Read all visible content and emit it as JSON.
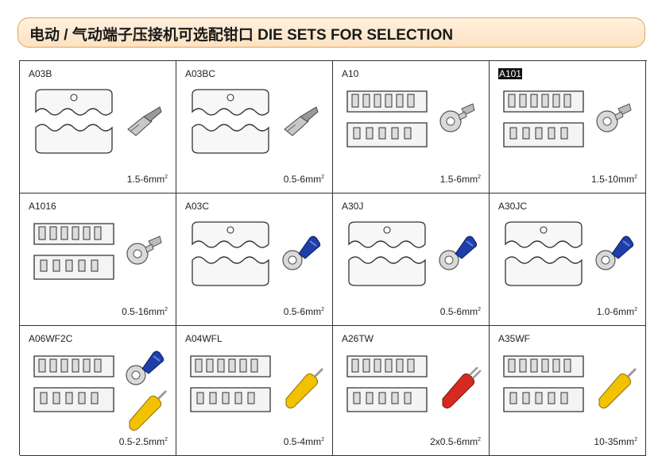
{
  "header": {
    "title": "电动 / 气动端子压接机可选配钳口 DIE SETS FOR SELECTION"
  },
  "colors": {
    "banner_border": "#e2a35a",
    "banner_fill": "#fce2c2",
    "blue_terminal": "#1f3fa8",
    "yellow_terminal": "#f2c200",
    "red_terminal": "#d42a22"
  },
  "cells": [
    {
      "name": "A03B",
      "spec": "1.5-6mm",
      "sup": "2",
      "terminal": "flag-icon"
    },
    {
      "name": "A03BC",
      "spec": "0.5-6mm",
      "sup": "2",
      "terminal": "flag-icon"
    },
    {
      "name": "A10",
      "spec": "1.5-6mm",
      "sup": "2",
      "terminal": "ring-terminal-icon"
    },
    {
      "name": "A101",
      "spec": "1.5-10mm",
      "sup": "2",
      "terminal": "ring-terminal-icon"
    },
    {
      "name": "A1016",
      "spec": "0.5-16mm",
      "sup": "2",
      "terminal": "ring-terminal-icon"
    },
    {
      "name": "A03C",
      "spec": "0.5-6mm",
      "sup": "2",
      "terminal": "blue-ring-terminal-icon"
    },
    {
      "name": "A30J",
      "spec": "0.5-6mm",
      "sup": "2",
      "terminal": "blue-ring-terminal-icon"
    },
    {
      "name": "A30JC",
      "spec": "1.0-6mm",
      "sup": "2",
      "terminal": "blue-ring-terminal-icon"
    },
    {
      "name": "A06WF2C",
      "spec": "0.5-2.5mm",
      "sup": "2",
      "terminal": "blue-ring-and-yellow-ferrule-icon"
    },
    {
      "name": "A04WFL",
      "spec": "0.5-4mm",
      "sup": "2",
      "terminal": "yellow-ferrule-icon"
    },
    {
      "name": "A26TW",
      "spec": "2x0.5-6mm",
      "sup": "2",
      "terminal": "red-twin-ferrule-icon"
    },
    {
      "name": "A35WF",
      "spec": "10-35mm",
      "sup": "2",
      "terminal": "yellow-ferrule-icon"
    }
  ]
}
